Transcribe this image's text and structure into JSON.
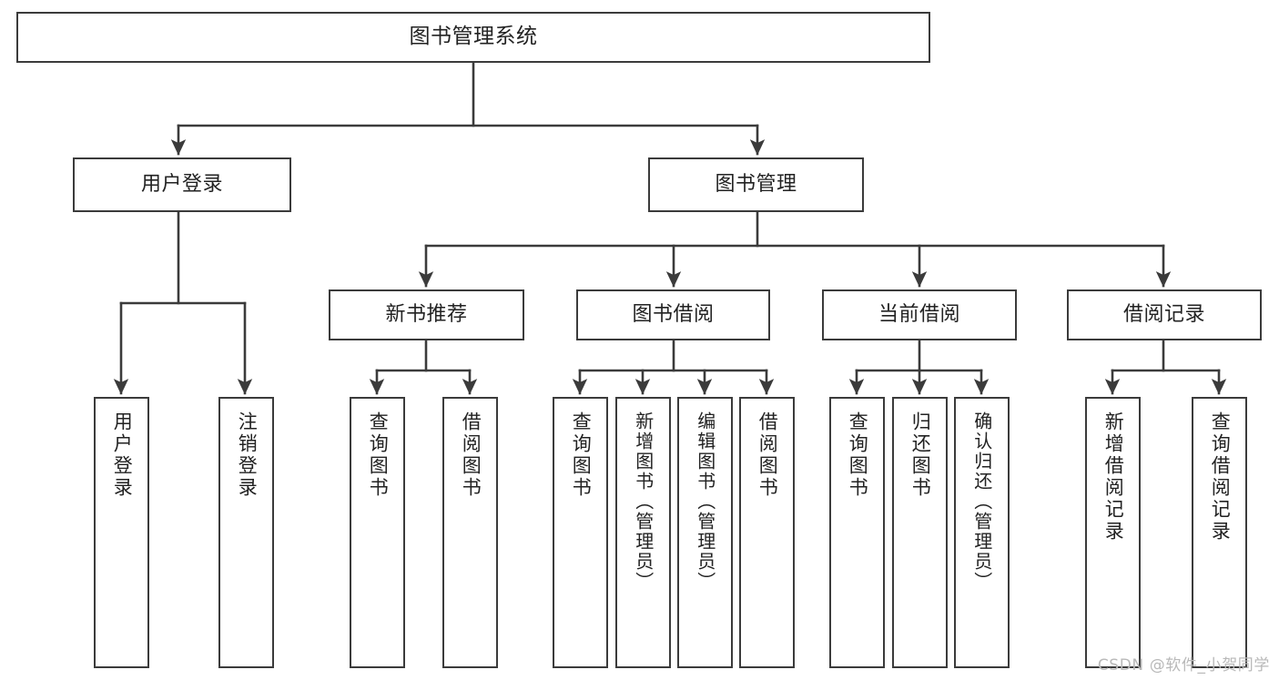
{
  "diagram": {
    "title": "图书管理系统",
    "type": "hierarchy-tree",
    "colors": {
      "background": "#ffffff",
      "node_border": "#3b3b3b",
      "node_fill": "#ffffff",
      "edge": "#3b3b3b",
      "text": "#222222",
      "watermark": "#b9b9b9"
    },
    "root": {
      "label": "图书管理系统"
    },
    "level2": [
      {
        "label": "用户登录"
      },
      {
        "label": "图书管理"
      }
    ],
    "level3": [
      {
        "label": "新书推荐"
      },
      {
        "label": "图书借阅"
      },
      {
        "label": "当前借阅"
      },
      {
        "label": "借阅记录"
      }
    ],
    "leaves": {
      "user_login": [
        {
          "label": "用户登录"
        },
        {
          "label": "注销登录"
        }
      ],
      "new_book_recommend": [
        {
          "label": "查询图书"
        },
        {
          "label": "借阅图书"
        }
      ],
      "book_borrow": [
        {
          "label": "查询图书"
        },
        {
          "label": "新增图书（管理员）"
        },
        {
          "label": "编辑图书（管理员）"
        },
        {
          "label": "借阅图书"
        }
      ],
      "current_borrow": [
        {
          "label": "查询图书"
        },
        {
          "label": "归还图书"
        },
        {
          "label": "确认归还（管理员）"
        }
      ],
      "borrow_record": [
        {
          "label": "新增借阅记录"
        },
        {
          "label": "查询借阅记录"
        }
      ]
    },
    "watermark": "CSDN @软件_小贺同学"
  }
}
